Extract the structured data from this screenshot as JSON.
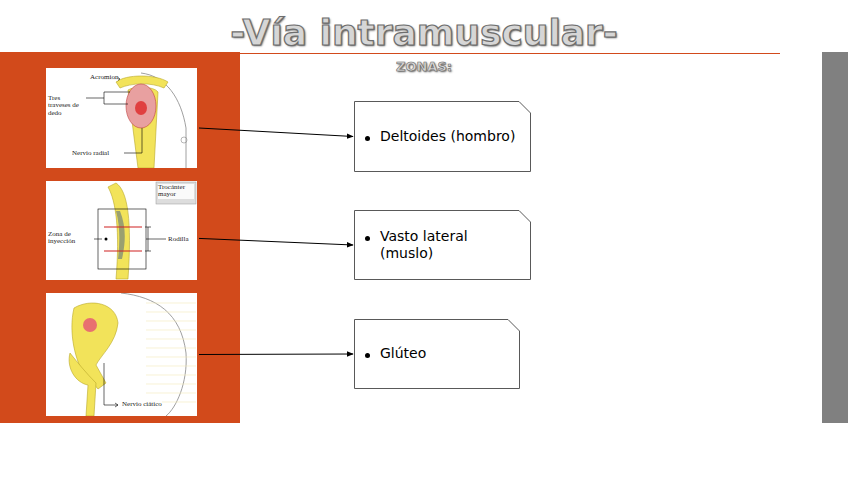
{
  "diagram": {
    "title": "-Vía intramuscular-",
    "nodes": [
      {
        "text": [
          "Acromion",
          "Tres traveses de dedo",
          "Nervio radial"
        ]
      },
      {
        "text": [
          "Deltoides (hombro)"
        ]
      },
      {
        "text": [
          "Zona de inyección",
          "Trocánter mayor",
          "Rodilla"
        ]
      },
      {
        "text": [
          "Vasto lateral (muslo)"
        ]
      },
      {
        "text": [
          "Nervio ciático"
        ]
      },
      {
        "text": [
          "Glúteo"
        ]
      }
    ],
    "edges": [
      {
        "from": 0,
        "to": 1,
        "arrow": "to"
      },
      {
        "from": 2,
        "to": 3,
        "arrow": "to"
      },
      {
        "from": 4,
        "to": 5,
        "arrow": "to"
      }
    ],
    "labels": [
      "ZONAS:"
    ]
  }
}
